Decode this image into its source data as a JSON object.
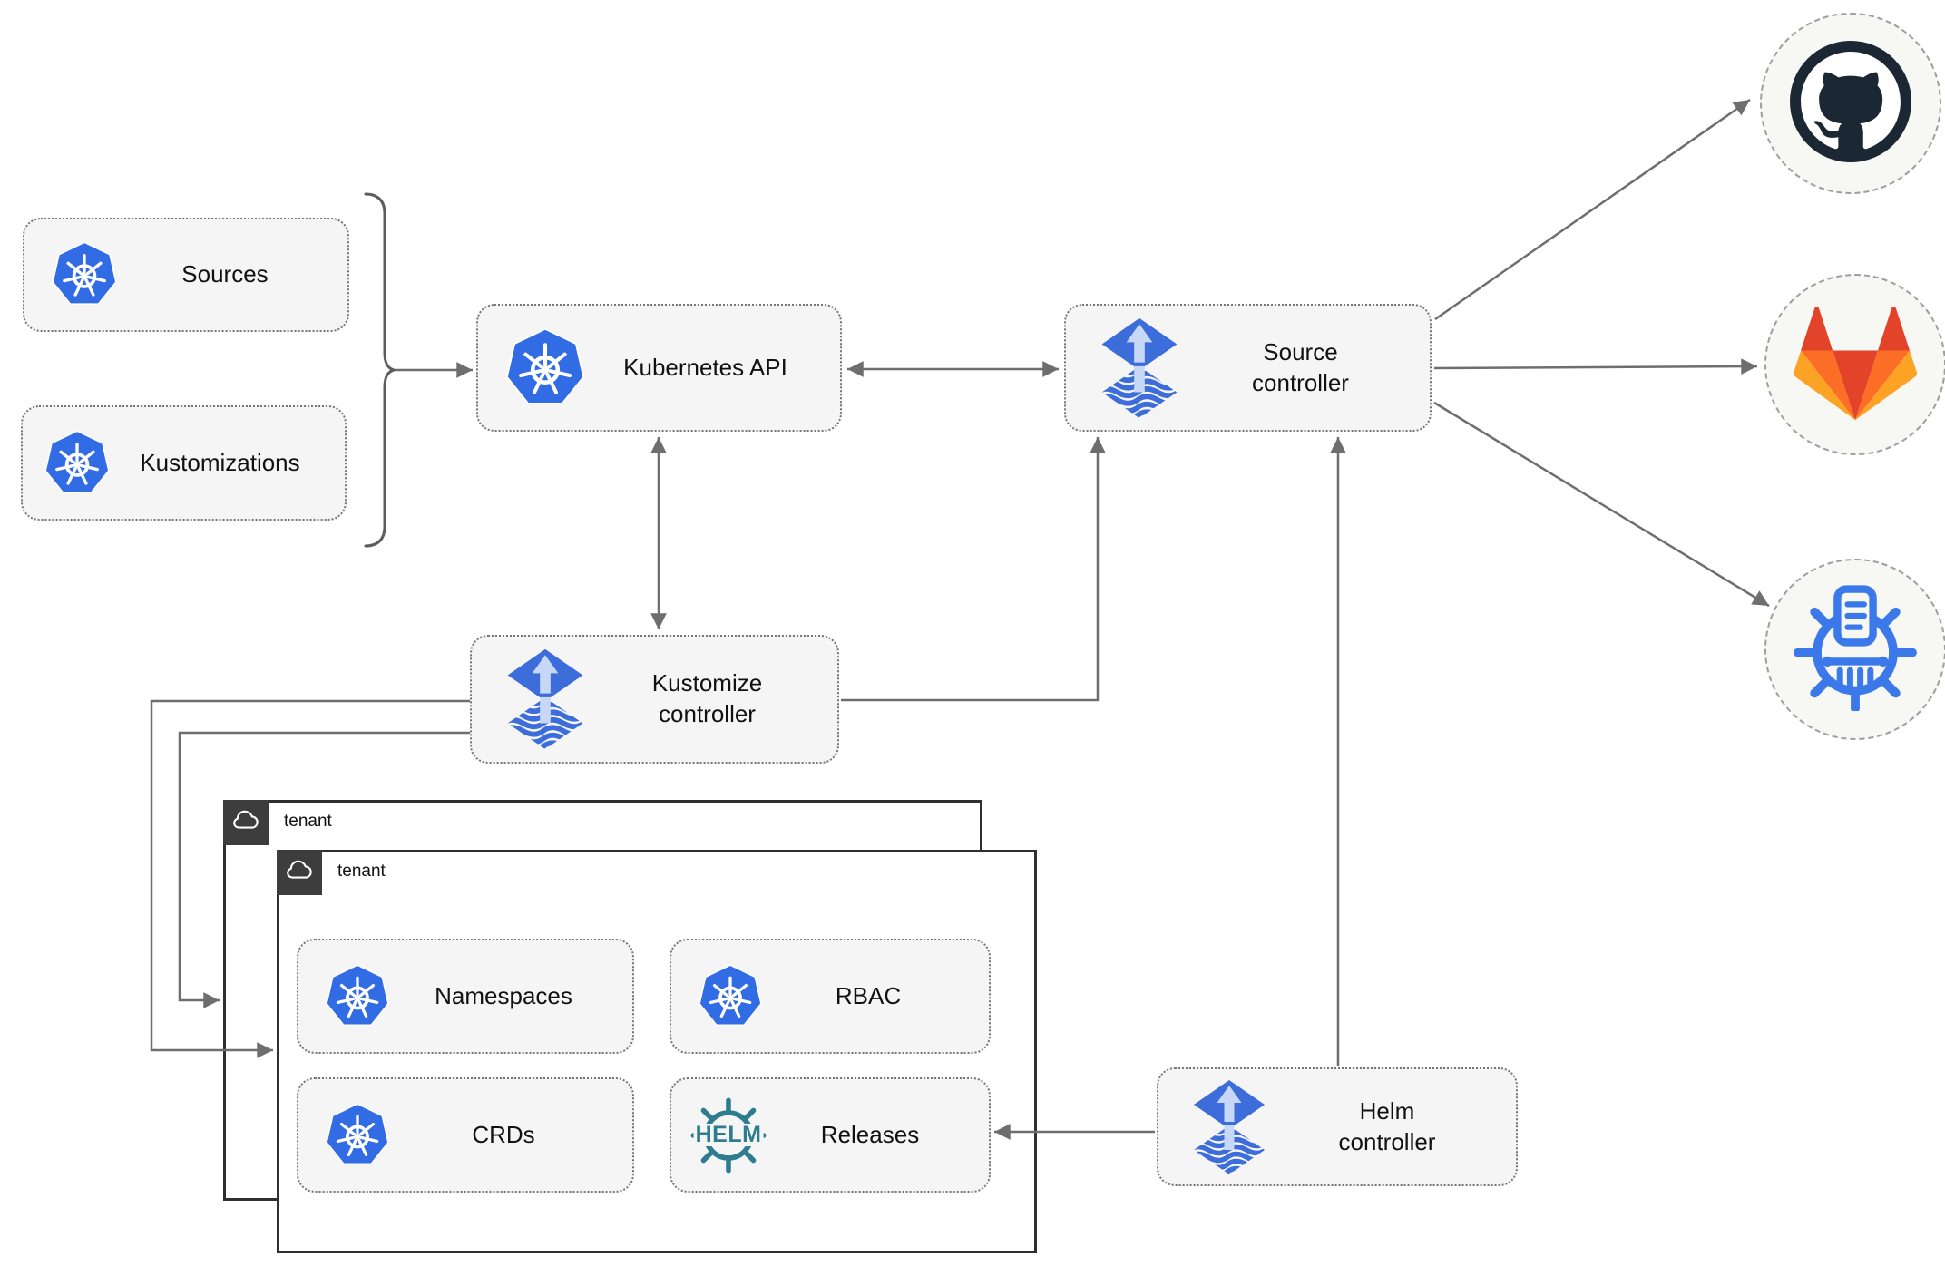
{
  "nodes": {
    "sources": {
      "label": "Sources",
      "icon": "kubernetes-icon"
    },
    "kustomizations": {
      "label": "Kustomizations",
      "icon": "kubernetes-icon"
    },
    "kubernetes_api": {
      "label": "Kubernetes API",
      "icon": "kubernetes-icon"
    },
    "source_controller": {
      "label": "Source controller",
      "icon": "flux-icon"
    },
    "kustomize_controller": {
      "label": "Kustomize controller",
      "icon": "flux-icon"
    },
    "helm_controller": {
      "label": "Helm controller",
      "icon": "flux-icon"
    }
  },
  "tenants": {
    "outer": {
      "label": "tenant",
      "icon": "cloud-icon"
    },
    "inner": {
      "label": "tenant",
      "icon": "cloud-icon"
    }
  },
  "tenant_cards": {
    "namespaces": {
      "label": "Namespaces",
      "icon": "kubernetes-icon"
    },
    "rbac": {
      "label": "RBAC",
      "icon": "kubernetes-icon"
    },
    "crds": {
      "label": "CRDs",
      "icon": "kubernetes-icon"
    },
    "releases": {
      "label": "Releases",
      "icon": "helm-icon",
      "wordmark": "HELM"
    }
  },
  "remotes": {
    "github": {
      "icon": "github-icon"
    },
    "gitlab": {
      "icon": "gitlab-icon"
    },
    "chart_repository": {
      "icon": "chartmuseum-icon"
    }
  },
  "colors": {
    "kubernetes_blue": "#326ce5",
    "flux_blue": "#3d6ddb",
    "flux_arrow_light": "#c7d7f6",
    "helm_teal": "#2e7d8f",
    "github_dark": "#1b2834",
    "gitlab_red": "#e24329",
    "gitlab_orange": "#fc6d26",
    "gitlab_amber": "#fca326",
    "chartmuseum_blue": "#3b79ea",
    "connector_gray": "#6e6e6e",
    "card_fill": "#f5f5f5",
    "circle_fill": "#f7f7f4",
    "tenant_border": "#2f2f2f"
  }
}
